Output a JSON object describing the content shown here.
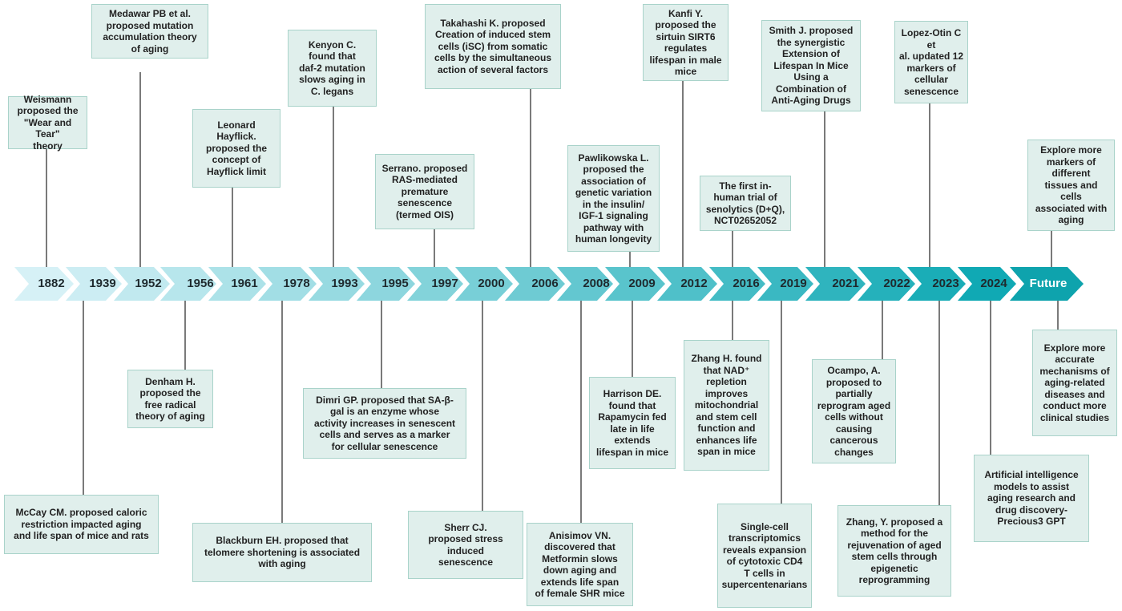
{
  "colors": {
    "box_fill": "#e0efec",
    "box_border": "#a9d3ca",
    "connector": "#333333",
    "chevron_start": "#d6f1f6",
    "chevron_end": "#10a9b4",
    "future_chevron": "#0ea3ad"
  },
  "timeline": {
    "years": [
      "1882",
      "1939",
      "1952",
      "1956",
      "1961",
      "1978",
      "1993",
      "1995",
      "1997",
      "2000",
      "2006",
      "2008",
      "2009",
      "2012",
      "2016",
      "2019",
      "2021",
      "2022",
      "2023",
      "2024",
      "Future"
    ]
  },
  "events_above": [
    {
      "year": "1882",
      "text": "Weismann\nproposed the\n\"Wear and Tear\"\ntheory"
    },
    {
      "year": "1952",
      "text": "Medawar PB et al.\nproposed mutation\naccumulation theory\nof aging"
    },
    {
      "year": "1961",
      "text": "Leonard\nHayflick.\nproposed the\nconcept of\nHayflick limit"
    },
    {
      "year": "1993",
      "text": "Kenyon C.\nfound that\ndaf-2 mutation\nslows aging in\nC. legans"
    },
    {
      "year": "1997",
      "text": "Serrano. proposed\nRAS-mediated\npremature\nsenescence\n(termed OIS)"
    },
    {
      "year": "2006",
      "text": "Takahashi K. proposed\nCreation of induced stem\ncells (iSC) from somatic\ncells by the simultaneous\naction of several factors"
    },
    {
      "year": "2009",
      "text": "Pawlikowska L.\nproposed the\nassociation of\ngenetic variation\nin the insulin/\nIGF-1 signaling\npathway with\nhuman longevity"
    },
    {
      "year": "2012",
      "text": "Kanfi Y.\nproposed the\nsirtuin SIRT6\nregulates\nlifespan in male\nmice"
    },
    {
      "year": "2016",
      "text": "The first in-\nhuman trial of\nsenolytics (D+Q),\nNCT02652052"
    },
    {
      "year": "2021",
      "text": "Smith J. proposed\nthe synergistic\nExtension of\nLifespan In Mice\nUsing a\nCombination of\nAnti-Aging Drugs"
    },
    {
      "year": "2023",
      "text": "Lopez-Otin C et\nal. updated 12\nmarkers of\ncellular\nsenescence"
    },
    {
      "year": "Future",
      "text": "Explore more\nmarkers of\ndifferent\ntissues and\ncells\nassociated with\naging"
    }
  ],
  "events_below": [
    {
      "year": "1939",
      "text": "McCay CM. proposed caloric\nrestriction impacted aging\nand life span of mice and rats"
    },
    {
      "year": "1956",
      "text": "Denham H.\nproposed the\nfree radical\ntheory of aging"
    },
    {
      "year": "1978",
      "text": "Blackburn EH. proposed that\ntelomere shortening is associated\nwith aging"
    },
    {
      "year": "1995",
      "text": "Dimri GP. proposed that SA-β-\ngal is an enzyme whose\nactivity increases in senescent\ncells and serves as a marker\nfor cellular senescence"
    },
    {
      "year": "2000",
      "text": "Sherr CJ.\nproposed stress\ninduced\nsenescence"
    },
    {
      "year": "2008",
      "text": "Anisimov VN.\ndiscovered that\nMetformin slows\ndown aging and\nextends life span\nof female SHR mice"
    },
    {
      "year": "2009",
      "text": "Harrison DE.\nfound that\nRapamycin fed\nlate in life\nextends\nlifespan in mice"
    },
    {
      "year": "2016",
      "text": "Zhang H. found\nthat NAD⁺\nrepletion\nimproves\nmitochondrial\nand stem cell\nfunction and\nenhances life\nspan in mice"
    },
    {
      "year": "2019",
      "text": "Single-cell\ntranscriptomics\nreveals expansion\nof cytotoxic CD4\nT cells in\nsupercentenarians"
    },
    {
      "year": "2022",
      "text": "Ocampo, A.\nproposed  to\npartially\nreprogram aged\ncells without\ncausing\ncancerous\nchanges"
    },
    {
      "year": "2023",
      "text": "Zhang, Y. proposed a\nmethod for the\nrejuvenation of aged\nstem cells through\nepigenetic\nreprogramming"
    },
    {
      "year": "2024",
      "text": "Artificial intelligence\nmodels to assist\naging research and\ndrug discovery-\nPrecious3 GPT"
    },
    {
      "year": "Future",
      "text": "Explore more\naccurate\nmechanisms of\naging-related\ndiseases and\nconduct more\nclinical studies"
    }
  ]
}
